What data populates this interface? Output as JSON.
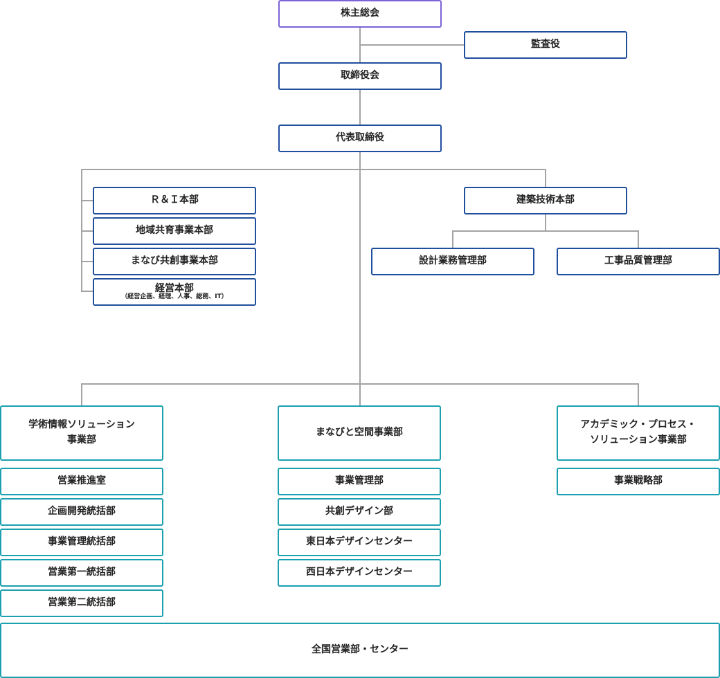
{
  "top": {
    "shareholders": "株主総会",
    "auditor": "監査役",
    "board": "取締役会",
    "president": "代表取締役"
  },
  "left_departments": {
    "ri": "Ｒ＆Ｉ本部",
    "regional": "地域共育事業本部",
    "manabi_kyoso": "まなび共創事業本部",
    "management": "経営本部",
    "management_sub": "（経営企画、経理、人事、総務、IT）"
  },
  "architecture": {
    "head": "建築技術本部",
    "design": "設計業務管理部",
    "construction": "工事品質管理部"
  },
  "academic_info": {
    "head_line1": "学術情報ソリューション",
    "head_line2": "事業部",
    "items": [
      "営業推進室",
      "企画開発統括部",
      "事業管理統括部",
      "営業第一統括部",
      "営業第二統括部"
    ]
  },
  "manabi_space": {
    "head": "まなびと空間事業部",
    "items": [
      "事業管理部",
      "共創デザイン部",
      "東日本デザインセンター",
      "西日本デザインセンター"
    ]
  },
  "academic_process": {
    "head_line1": "アカデミック・プロセス・",
    "head_line2": "ソリューション事業部",
    "items": [
      "事業戦略部"
    ]
  },
  "national": "全国営業部・センター"
}
